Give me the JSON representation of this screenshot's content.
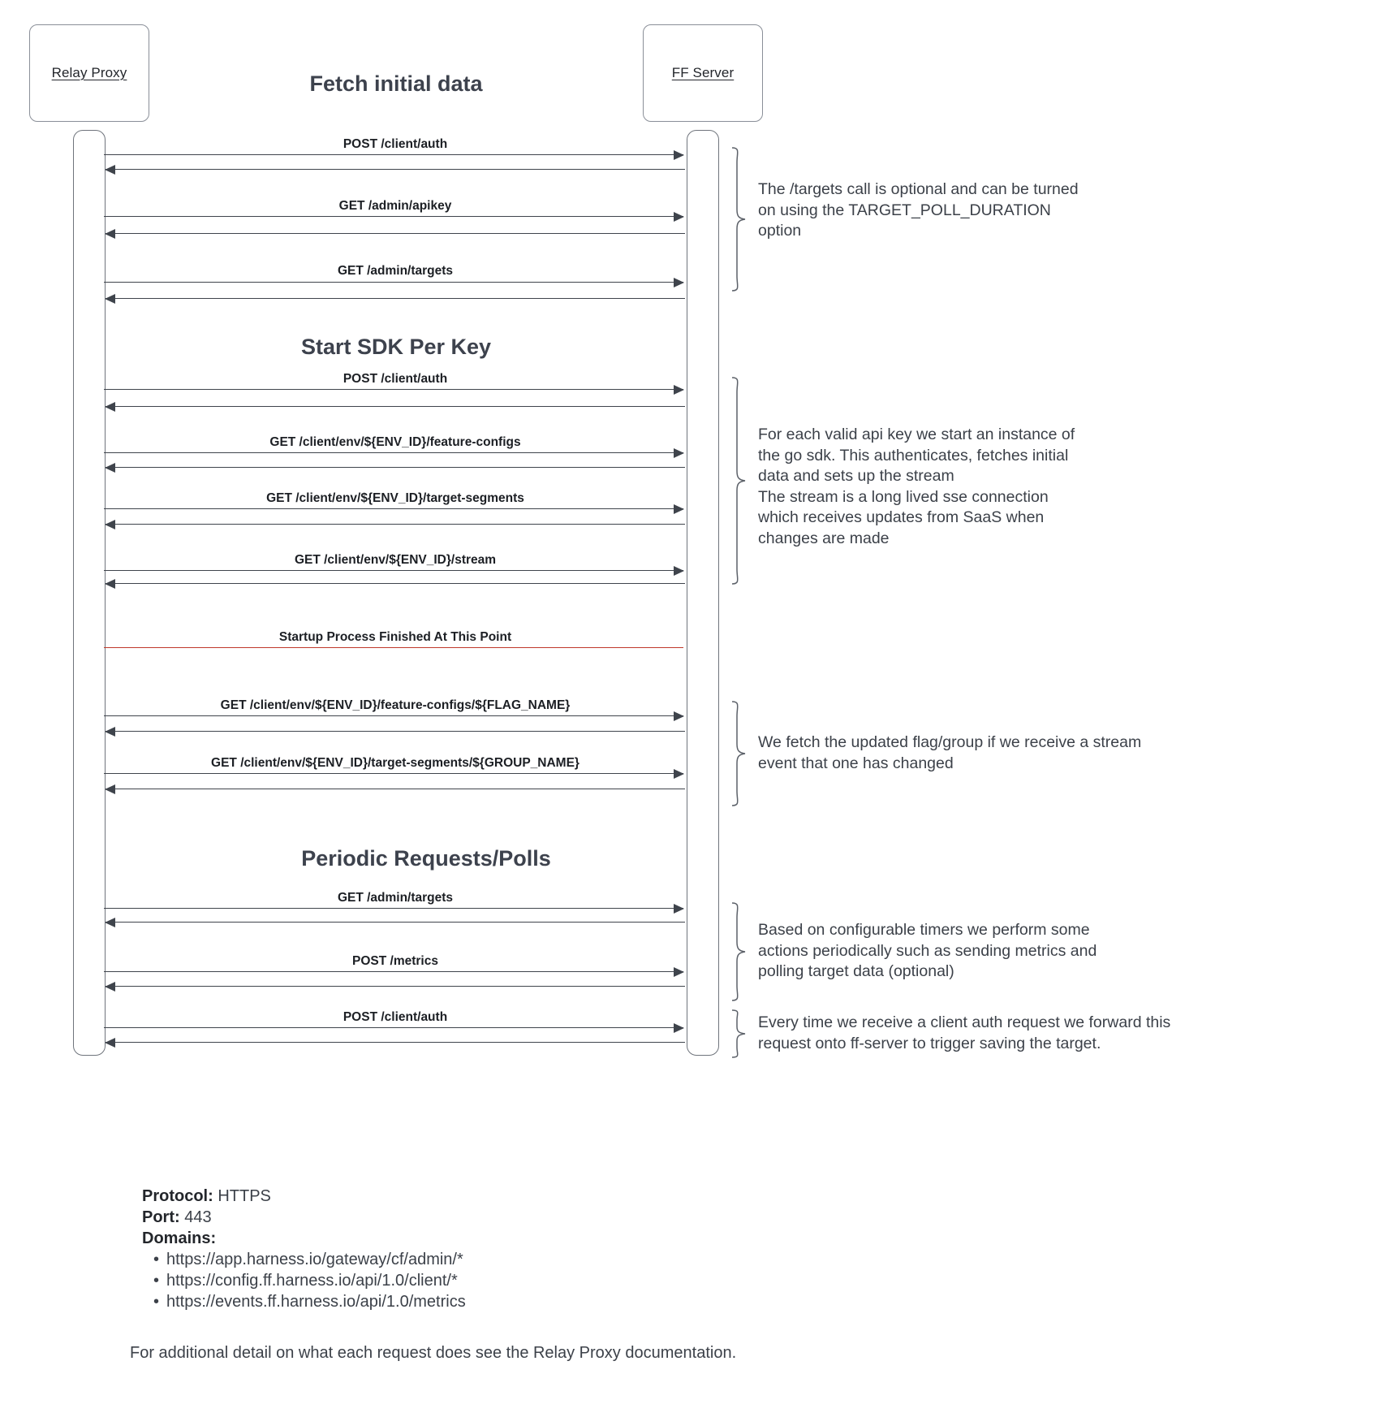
{
  "diagram": {
    "participants": [
      {
        "name": "Relay Proxy"
      },
      {
        "name": "FF Server"
      }
    ],
    "sections": [
      {
        "title": "Fetch initial data"
      },
      {
        "title": "Start SDK Per Key"
      },
      {
        "title": "Periodic Requests/Polls"
      }
    ],
    "messages": [
      {
        "label": "POST /client/auth"
      },
      {
        "label": "GET /admin/apikey"
      },
      {
        "label": "GET /admin/targets"
      },
      {
        "label": "POST /client/auth"
      },
      {
        "label": "GET /client/env/${ENV_ID}/feature-configs"
      },
      {
        "label": "GET /client/env/${ENV_ID}/target-segments"
      },
      {
        "label": "GET /client/env/${ENV_ID}/stream"
      },
      {
        "label": "GET /client/env/${ENV_ID}/feature-configs/${FLAG_NAME}"
      },
      {
        "label": "GET /client/env/${ENV_ID}/target-segments/${GROUP_NAME}"
      },
      {
        "label": "GET /admin/targets"
      },
      {
        "label": "POST /metrics"
      },
      {
        "label": "POST /client/auth"
      }
    ],
    "divider": {
      "label": "Startup Process Finished At This Point",
      "color": "#c0392b"
    },
    "notes": [
      {
        "text": "The /targets call is optional and can be turned\non using the TARGET_POLL_DURATION\noption"
      },
      {
        "text": "For each valid api key we start an instance of\nthe go sdk. This authenticates, fetches initial\ndata and sets up the stream\nThe stream is a long lived sse connection\nwhich receives updates from SaaS when\nchanges are made"
      },
      {
        "text": "We fetch the updated flag/group if we receive a stream\nevent that one has changed"
      },
      {
        "text": "Based on configurable timers we perform some\nactions periodically such as sending metrics and\npolling target data (optional)"
      },
      {
        "text": "Every time we receive a client auth request we forward this\nrequest onto ff-server to trigger saving the target."
      }
    ]
  },
  "footer": {
    "protocol_label": "Protocol:",
    "protocol_value": "HTTPS",
    "port_label": "Port:",
    "port_value": "443",
    "domains_label": "Domains:",
    "domains": [
      "https://app.harness.io/gateway/cf/admin/*",
      "https://config.ff.harness.io/api/1.0/client/*",
      "https://events.ff.harness.io/api/1.0/metrics"
    ],
    "footnote": "For additional detail on what each request does see the Relay Proxy documentation."
  }
}
